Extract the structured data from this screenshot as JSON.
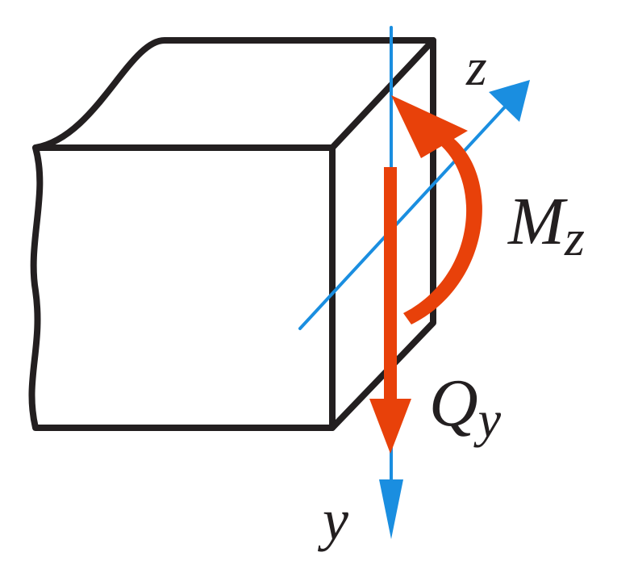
{
  "labels": {
    "z_axis": "z",
    "y_axis": "y",
    "moment_main": "M",
    "moment_sub": "z",
    "shear_main": "Q",
    "shear_sub": "y"
  },
  "colors": {
    "outline": "#231f20",
    "axis": "#1a8ee0",
    "force": "#e8410a",
    "background": "#ffffff"
  }
}
